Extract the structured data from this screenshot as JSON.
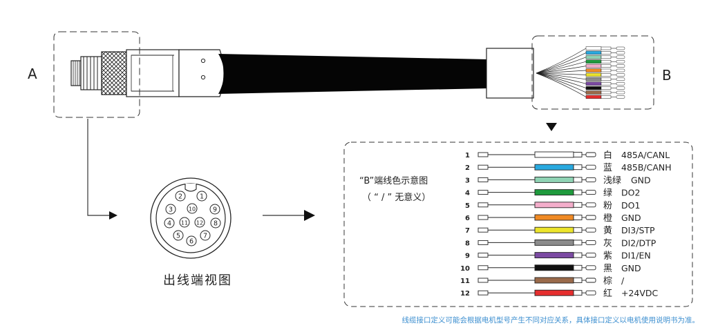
{
  "labels": {
    "end_a": "A",
    "end_b": "B",
    "view_caption": "出线端视图",
    "legend_title": "“B”端线色示意图",
    "legend_note": "（ “ / ” 无意义）",
    "footnote": "线缆接口定义可能会根据电机型号产生不同对应关系，具体接口定义以电机使用说明书为准。"
  },
  "connector_pins": [
    "1",
    "2",
    "3",
    "4",
    "5",
    "6",
    "7",
    "8",
    "9",
    "10",
    "11",
    "12"
  ],
  "wires": [
    {
      "num": "1",
      "color_name": "白",
      "signal": "485A/CANL",
      "hex": "#ffffff"
    },
    {
      "num": "2",
      "color_name": "蓝",
      "signal": "485B/CANH",
      "hex": "#29a9df"
    },
    {
      "num": "3",
      "color_name": "浅绿",
      "signal": "GND",
      "hex": "#8fd3b4"
    },
    {
      "num": "4",
      "color_name": "绿",
      "signal": "DO2",
      "hex": "#1f9a3d"
    },
    {
      "num": "5",
      "color_name": "粉",
      "signal": "DO1",
      "hex": "#f4aecb"
    },
    {
      "num": "6",
      "color_name": "橙",
      "signal": "GND",
      "hex": "#f08a24"
    },
    {
      "num": "7",
      "color_name": "黄",
      "signal": "DI3/STP",
      "hex": "#ece52c"
    },
    {
      "num": "8",
      "color_name": "灰",
      "signal": "DI2/DTP",
      "hex": "#8c8c8c"
    },
    {
      "num": "9",
      "color_name": "紫",
      "signal": "DI1/EN",
      "hex": "#7b4aa2"
    },
    {
      "num": "10",
      "color_name": "黑",
      "signal": "GND",
      "hex": "#111111"
    },
    {
      "num": "11",
      "color_name": "棕",
      "signal": "/",
      "hex": "#9a6a4a"
    },
    {
      "num": "12",
      "color_name": "红",
      "signal": "+24VDC",
      "hex": "#e52e2e"
    }
  ]
}
